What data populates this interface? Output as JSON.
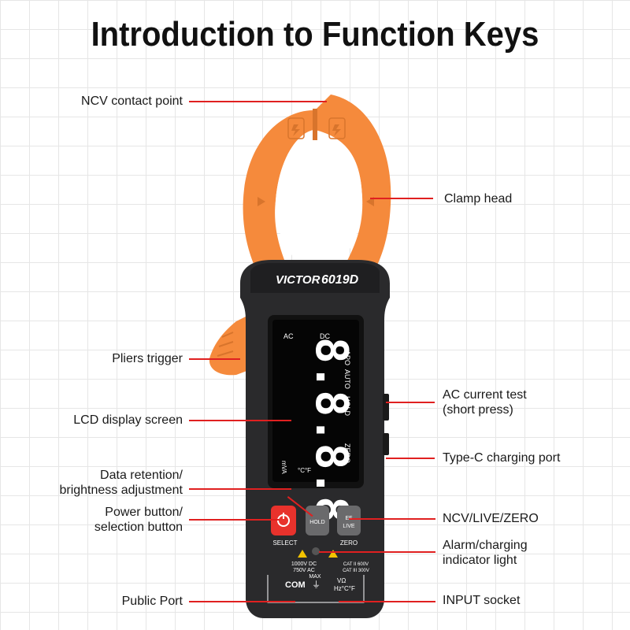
{
  "title": "Introduction to Function Keys",
  "labels": {
    "ncv_contact": "NCV contact point",
    "clamp_head": "Clamp head",
    "pliers_trigger": "Pliers trigger",
    "ac_current_1": "AC current test",
    "ac_current_2": "(short press)",
    "lcd": "LCD display screen",
    "typec": "Type-C charging port",
    "data_ret_1": "Data retention/",
    "data_ret_2": "brightness adjustment",
    "power_1": "Power button/",
    "power_2": "selection button",
    "ncv_live_zero": "NCV/LIVE/ZERO",
    "alarm_1": "Alarm/charging",
    "alarm_2": "indicator light",
    "public_port": "Public Port",
    "input_socket": "INPUT socket"
  },
  "device": {
    "brand": "VICTOR",
    "model": "6019D",
    "lcd_digits": "8.8.8.8",
    "lcd_ac": "AC",
    "lcd_dc": "DC",
    "lcd_apo": "APO",
    "lcd_auto": "AUTO",
    "lcd_hold": "HOLD",
    "lcd_zero": "ZERO",
    "lcd_units": "°C°F",
    "lcd_units2": "mVA",
    "btn_hold": "HOLD",
    "btn_ef": "EF",
    "btn_live": "LIVE",
    "select": "SELECT",
    "zero": "ZERO",
    "rating_left_1": "1000V DC",
    "rating_left_2": "750V AC",
    "rating_left_3": "MAX",
    "rating_right_1": "CAT II 600V",
    "rating_right_2": "CAT III 300V",
    "com": "COM",
    "input_label_1": "VΩ",
    "input_label_2": "Hz°C°F"
  },
  "colors": {
    "orange": "#f58a3c",
    "body": "#2a2a2c",
    "leader_line": "#e02020",
    "power_red": "#e8322c"
  }
}
